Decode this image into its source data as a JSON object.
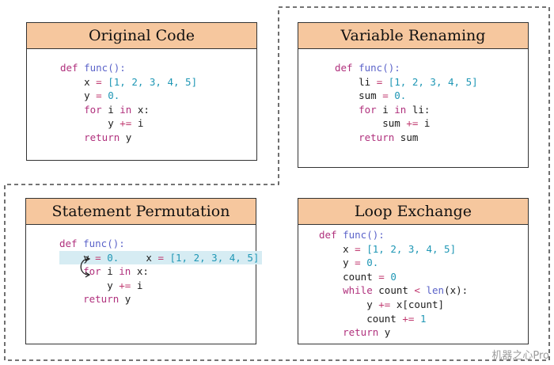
{
  "panels": {
    "original": {
      "title": "Original Code",
      "code": [
        [
          [
            "kw",
            "def "
          ],
          [
            "fn",
            "func"
          ],
          [
            "fn",
            "():"
          ]
        ],
        [
          [
            "var",
            "    x "
          ],
          [
            "op",
            "= "
          ],
          [
            "num",
            "[1, 2, 3, 4, 5]"
          ]
        ],
        [
          [
            "var",
            "    y "
          ],
          [
            "op",
            "= "
          ],
          [
            "num",
            "0."
          ]
        ],
        [
          [
            "kw",
            "    for "
          ],
          [
            "var",
            "i "
          ],
          [
            "kw",
            "in "
          ],
          [
            "var",
            "x:"
          ]
        ],
        [
          [
            "var",
            "        y "
          ],
          [
            "op",
            "+= "
          ],
          [
            "var",
            "i"
          ]
        ],
        [
          [
            "kw",
            "    return "
          ],
          [
            "var",
            "y"
          ]
        ]
      ]
    },
    "renaming": {
      "title": "Variable Renaming",
      "code": [
        [
          [
            "kw",
            "def "
          ],
          [
            "fn",
            "func"
          ],
          [
            "fn",
            "():"
          ]
        ],
        [
          [
            "var",
            "    li "
          ],
          [
            "op",
            "= "
          ],
          [
            "num",
            "[1, 2, 3, 4, 5]"
          ]
        ],
        [
          [
            "var",
            "    sum "
          ],
          [
            "op",
            "= "
          ],
          [
            "num",
            "0."
          ]
        ],
        [
          [
            "kw",
            "    for "
          ],
          [
            "var",
            "i "
          ],
          [
            "kw",
            "in "
          ],
          [
            "var",
            "li:"
          ]
        ],
        [
          [
            "var",
            "        sum "
          ],
          [
            "op",
            "+= "
          ],
          [
            "var",
            "i"
          ]
        ],
        [
          [
            "kw",
            "    return "
          ],
          [
            "var",
            "sum"
          ]
        ]
      ]
    },
    "permutation": {
      "title": "Statement Permutation",
      "code": [
        [
          [
            "kw",
            "def "
          ],
          [
            "fn",
            "func"
          ],
          [
            "fn",
            "():"
          ]
        ],
        [
          [
            "var",
            "    y "
          ],
          [
            "op",
            "= "
          ],
          [
            "num",
            "0."
          ]
        ],
        [
          [
            "var",
            "    x "
          ],
          [
            "op",
            "= "
          ],
          [
            "num",
            "[1, 2, 3, 4, 5]"
          ]
        ],
        [
          [
            "kw",
            "    for "
          ],
          [
            "var",
            "i "
          ],
          [
            "kw",
            "in "
          ],
          [
            "var",
            "x:"
          ]
        ],
        [
          [
            "var",
            "        y "
          ],
          [
            "op",
            "+= "
          ],
          [
            "var",
            "i"
          ]
        ],
        [
          [
            "kw",
            "    return "
          ],
          [
            "var",
            "y"
          ]
        ]
      ]
    },
    "loop": {
      "title": "Loop Exchange",
      "code": [
        [
          [
            "kw",
            "def "
          ],
          [
            "fn",
            "func"
          ],
          [
            "fn",
            "():"
          ]
        ],
        [
          [
            "var",
            "    x "
          ],
          [
            "op",
            "= "
          ],
          [
            "num",
            "[1, 2, 3, 4, 5]"
          ]
        ],
        [
          [
            "var",
            "    y "
          ],
          [
            "op",
            "= "
          ],
          [
            "num",
            "0."
          ]
        ],
        [
          [
            "var",
            "    count "
          ],
          [
            "op",
            "= "
          ],
          [
            "num",
            "0"
          ]
        ],
        [
          [
            "kw",
            "    while "
          ],
          [
            "var",
            "count "
          ],
          [
            "op",
            "< "
          ],
          [
            "fn",
            "len"
          ],
          [
            "var",
            "(x):"
          ]
        ],
        [
          [
            "var",
            "        y "
          ],
          [
            "op",
            "+= "
          ],
          [
            "var",
            "x[count]"
          ]
        ],
        [
          [
            "var",
            "        count "
          ],
          [
            "op",
            "+= "
          ],
          [
            "num",
            "1"
          ]
        ],
        [
          [
            "kw",
            "    return "
          ],
          [
            "var",
            "y"
          ]
        ]
      ]
    }
  },
  "watermark": "机器之心Pro"
}
